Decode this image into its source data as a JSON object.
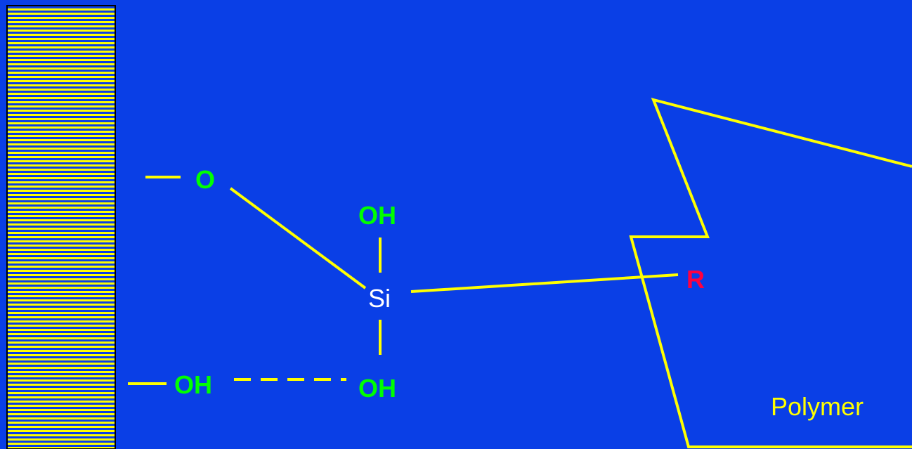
{
  "colors": {
    "background": "#0a3fe6",
    "bond": "#ffff00",
    "hydroxyl": "#00ff00",
    "r_group": "#ff0040",
    "silicon": "#ffffff",
    "polymer_label": "#ffff00",
    "substrate_stripe_a": "#ffff00",
    "substrate_stripe_b": "#0a3fe6"
  },
  "diagram": {
    "substrate": {
      "pattern": "horizontal-stripes"
    },
    "atoms": {
      "surface_oxygen": "O",
      "silicon": "Si",
      "silanol_top": "OH",
      "silanol_bottom": "OH",
      "surface_hydroxyl": "OH",
      "organofunctional_group": "R"
    },
    "polymer_label": "Polymer",
    "bonds": {
      "hydrogen_bond_style": "dashed"
    }
  }
}
